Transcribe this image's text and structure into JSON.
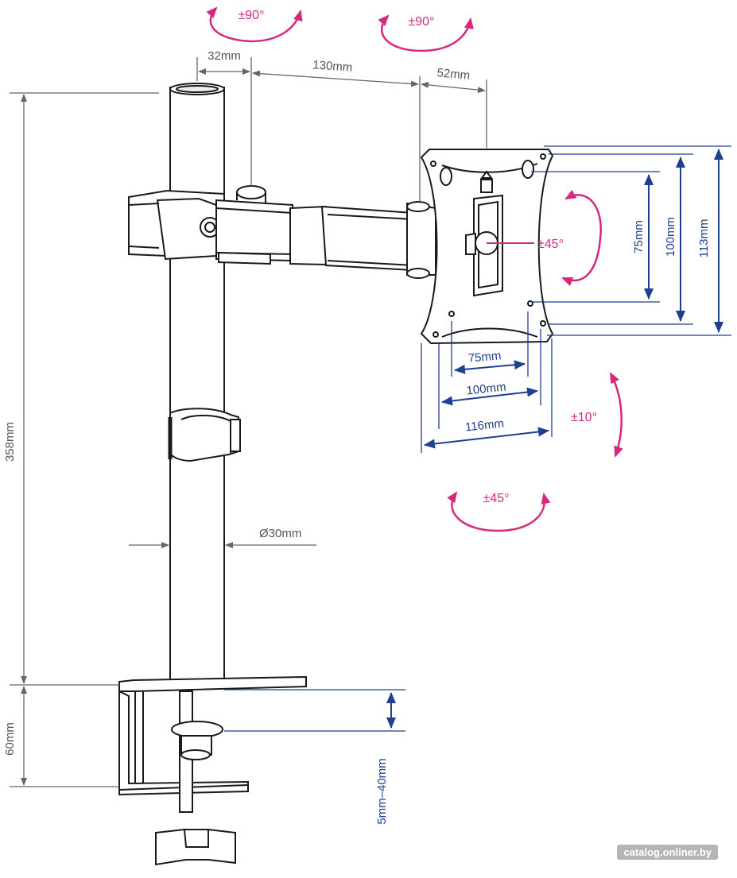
{
  "dimensions": {
    "pole_offset": "32mm",
    "arm_length": "130mm",
    "head_depth": "52mm",
    "pole_height": "358mm",
    "clamp_height": "60mm",
    "pole_diameter": "Ø30mm",
    "desk_thickness": "5mm–40mm",
    "vesa_h_75": "75mm",
    "vesa_h_100": "100mm",
    "plate_width": "116mm",
    "vesa_v_75": "75mm",
    "vesa_v_100": "100mm",
    "plate_height": "113mm"
  },
  "rotations": {
    "pole_swivel": "±90°",
    "arm_swivel": "±90°",
    "rotation": "±45°",
    "tilt": "±10°",
    "swivel": "±45°"
  },
  "watermark": "catalog.onliner.by",
  "colors": {
    "line": "#1a1a1a",
    "gray_dimension": "#666666",
    "blue_dimension": "#1f3f8f",
    "magenta_rotation": "#d6287d"
  }
}
